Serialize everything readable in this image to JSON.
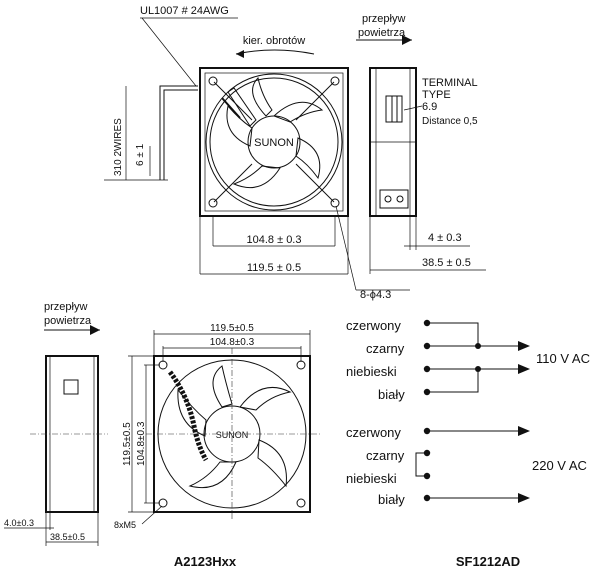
{
  "top_drawing": {
    "cable_spec": "UL1007  # 24AWG",
    "rotation_label": "kier. obrotów",
    "airflow_label_line1": "przepływ",
    "airflow_label_line2": "powietrza",
    "brand": "SUNON",
    "wire_length": "310  2WIRES",
    "strip_length": "6 ± 1",
    "dim_hole_spacing": "104.8 ± 0.3",
    "dim_width": "119.5 ± 0.5",
    "hole_spec": "8-ϕ4.3",
    "terminal_line1": "TERMINAL",
    "terminal_line2": "TYPE",
    "terminal_value": "6.9",
    "terminal_distance": "Distance 0,5",
    "dim_offset": "4 ± 0.3",
    "dim_depth": "38.5 ± 0.5"
  },
  "bottom_drawing": {
    "airflow_label_line1": "przepływ",
    "airflow_label_line2": "powietrza",
    "brand": "SUNON",
    "dim_width": "119.5±0.5",
    "dim_hole_spacing": "104.8±0.3",
    "dim_height": "119.5±0.5",
    "dim_height_holes": "104.8±0.3",
    "dim_offset": "4.0±0.3",
    "dim_depth": "38.5±0.5",
    "screw_spec": "8xM5",
    "model_caption": "A2123Hxx"
  },
  "wiring": {
    "group_110": {
      "wires": [
        "czerwony",
        "czarny",
        "niebieski",
        "biały"
      ],
      "voltage": "110 V AC"
    },
    "group_220": {
      "wires": [
        "czerwony",
        "czarny",
        "niebieski",
        "biały"
      ],
      "voltage": "220 V AC"
    },
    "model_caption": "SF1212AD"
  }
}
